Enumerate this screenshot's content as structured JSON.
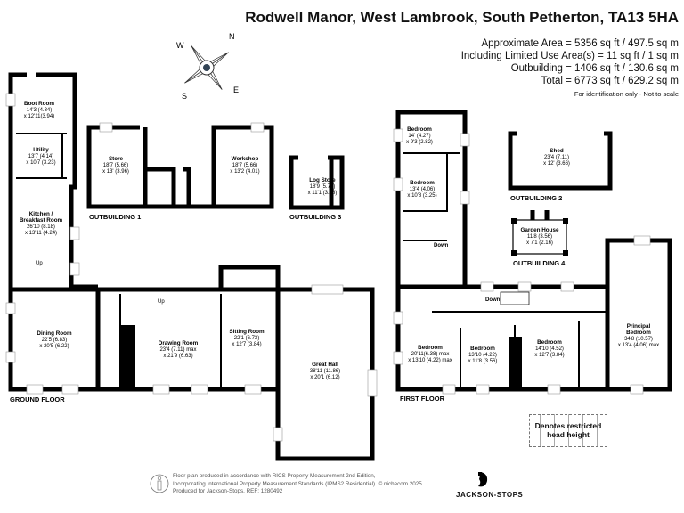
{
  "header": {
    "title": "Rodwell Manor, West Lambrook, South Petherton, TA13 5HA",
    "approx_area": "Approximate Area = 5356 sq ft / 497.5 sq m",
    "limited_use": "Including Limited Use Area(s) = 11 sq ft / 1 sq m",
    "outbuilding": "Outbuilding = 1406 sq ft / 130.6 sq m",
    "total": "Total = 6773 sq ft / 629.2 sq m",
    "note": "For identification only - Not to scale"
  },
  "compass": {
    "n": "N",
    "s": "S",
    "e": "E",
    "w": "W"
  },
  "ground_floor": {
    "label": "GROUND FLOOR",
    "rooms": [
      {
        "name": "Boot Room",
        "dim1": "14'3 (4.34)",
        "dim2": "x 12'11(3.94)"
      },
      {
        "name": "Utility",
        "dim1": "13'7 (4.14)",
        "dim2": "x 10'7 (3.23)"
      },
      {
        "name": "Kitchen /",
        "name2": "Breakfast Room",
        "dim1": "26'10 (8.18)",
        "dim2": "x 13'11 (4.24)"
      },
      {
        "name": "Dining Room",
        "dim1": "22'5 (6.83)",
        "dim2": "x 20'5 (6.22)"
      },
      {
        "name": "Drawing Room",
        "dim1": "23'4 (7.11) max",
        "dim2": "x 21'9 (6.63)"
      },
      {
        "name": "Sitting Room",
        "dim1": "22'1 (6.73)",
        "dim2": "x 12'7 (3.84)"
      },
      {
        "name": "Great Hall",
        "dim1": "38'11 (11.86)",
        "dim2": "x 20'1 (6.12)"
      }
    ],
    "up1": "Up",
    "up2": "Up"
  },
  "outbuilding1": {
    "label": "OUTBUILDING 1",
    "store": {
      "name": "Store",
      "dim1": "18'7 (5.66)",
      "dim2": "x 13' (3.96)"
    },
    "workshop": {
      "name": "Workshop",
      "dim1": "18'7 (5.66)",
      "dim2": "x 13'2 (4.01)"
    }
  },
  "outbuilding3": {
    "label": "OUTBUILDING 3",
    "name": "Log Store",
    "dim1": "18'9 (5.72)",
    "dim2": "x 11'1 (3.38)"
  },
  "outbuilding2": {
    "label": "OUTBUILDING 2",
    "name": "Shed",
    "dim1": "23'4 (7.11)",
    "dim2": "x 12' (3.66)"
  },
  "outbuilding4": {
    "label": "OUTBUILDING 4",
    "name": "Garden House",
    "dim1": "11'8 (3.56)",
    "dim2": "x 7'1 (2.16)"
  },
  "first_floor": {
    "label": "FIRST FLOOR",
    "rooms": [
      {
        "name": "Bedroom",
        "dim1": "14' (4.27)",
        "dim2": "x 9'3 (2.82)"
      },
      {
        "name": "Bedroom",
        "dim1": "13'4 (4.06)",
        "dim2": "x 10'8 (3.25)"
      },
      {
        "name": "Bedroom",
        "dim1": "20'11(6.38) max",
        "dim2": "x 13'10 (4.22) max"
      },
      {
        "name": "Bedroom",
        "dim1": "13'10 (4.22)",
        "dim2": "x 11'8 (3.56)"
      },
      {
        "name": "Bedroom",
        "dim1": "14'10 (4.52)",
        "dim2": "x 12'7 (3.84)"
      },
      {
        "name": "Principal",
        "name2": "Bedroom",
        "dim1": "34'8 (10.57)",
        "dim2": "x 13'4 (4.06) max"
      }
    ],
    "down1": "Down",
    "down2": "Down"
  },
  "legend": {
    "line1": "Denotes restricted",
    "line2": "head height"
  },
  "footer": {
    "line1": "Floor plan produced in accordance with RICS Property Measurement 2nd Edition,",
    "line2": "Incorporating International Property Measurement Standards (IPMS2 Residential).  © nichecom 2025.",
    "line3": "Produced for Jackson-Stops.   REF: 1280492",
    "brand": "JACKSON-STOPS"
  }
}
